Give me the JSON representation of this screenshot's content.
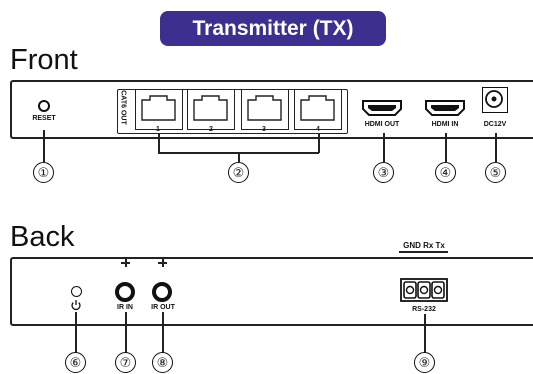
{
  "header": {
    "badge": "Transmitter (TX)"
  },
  "front": {
    "title": "Front",
    "reset_label": "RESET",
    "cat6_label": "CAT6 OUT",
    "port_numbers": [
      "1",
      "2",
      "3",
      "4"
    ],
    "hdmi_out_label": "HDMI OUT",
    "hdmi_in_label": "HDMI IN",
    "dc_label": "DC12V",
    "callouts": [
      "①",
      "②",
      "③",
      "④",
      "⑤"
    ]
  },
  "back": {
    "title": "Back",
    "ir_in_label": "IR IN",
    "ir_out_label": "IR OUT",
    "rs232_label": "RS-232",
    "rs232_pins": "GND Rx Tx",
    "callouts": [
      "⑥",
      "⑦",
      "⑧",
      "⑨"
    ]
  },
  "colors": {
    "badge_bg": "#3b2f8f",
    "line": "#222222"
  }
}
